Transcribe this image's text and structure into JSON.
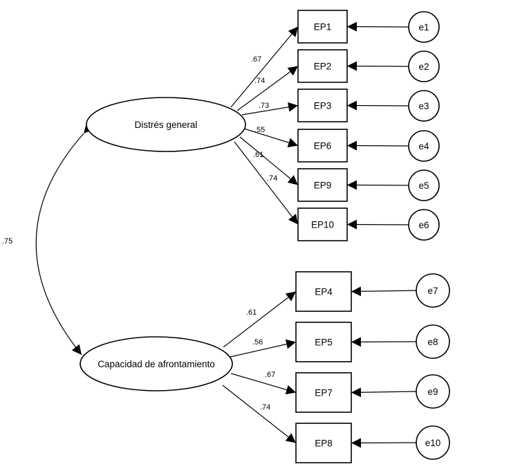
{
  "diagram": {
    "factors": {
      "f1": "Distrés general",
      "f2": "Capacidad de afrontamiento"
    },
    "correlation": ".75",
    "items": [
      {
        "id": "EP1",
        "error": "e1",
        "loading": ".67"
      },
      {
        "id": "EP2",
        "error": "e2",
        "loading": ".74"
      },
      {
        "id": "EP3",
        "error": "e3",
        "loading": ".73"
      },
      {
        "id": "EP6",
        "error": "e4",
        "loading": ".55"
      },
      {
        "id": "EP9",
        "error": "e5",
        "loading": ".61"
      },
      {
        "id": "EP10",
        "error": "e6",
        "loading": ".74"
      },
      {
        "id": "EP4",
        "error": "e7",
        "loading": ".61"
      },
      {
        "id": "EP5",
        "error": "e8",
        "loading": ".56"
      },
      {
        "id": "EP7",
        "error": "e9",
        "loading": ".67"
      },
      {
        "id": "EP8",
        "error": "e10",
        "loading": ".74"
      }
    ]
  }
}
